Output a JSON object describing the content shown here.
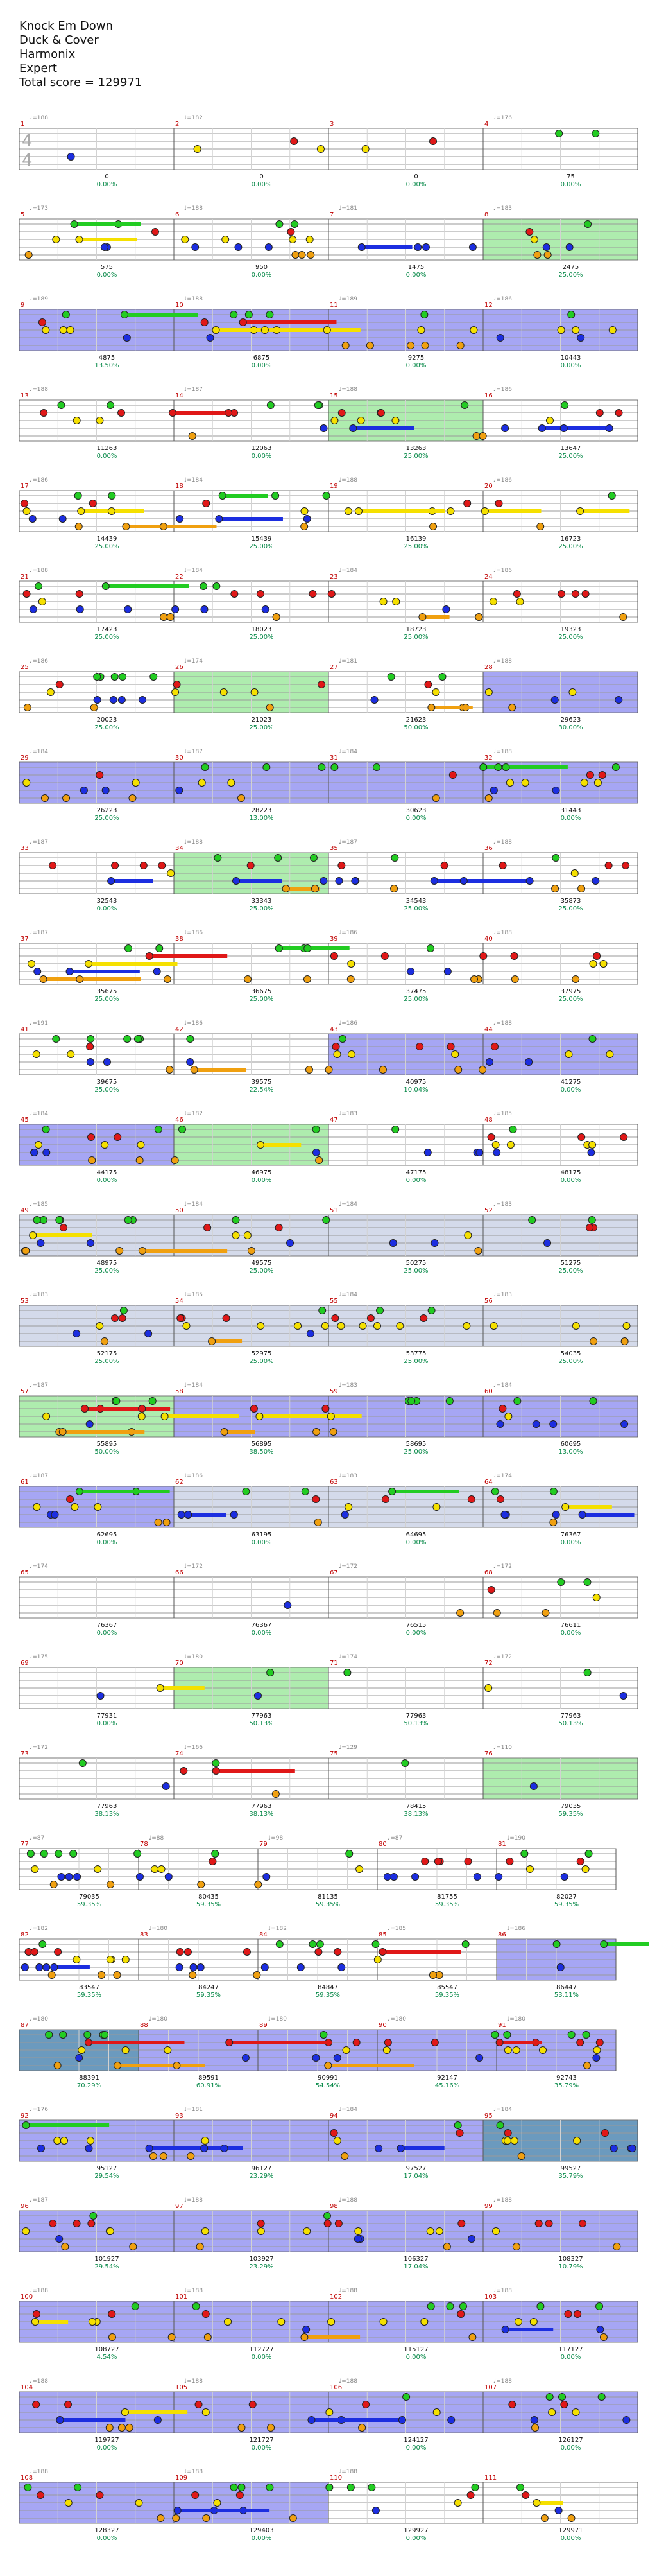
{
  "song": {
    "title": "Knock Em Down",
    "artist": "Duck & Cover",
    "charter": "Harmonix",
    "difficulty": "Expert",
    "total_label": "Total score = 129971"
  },
  "colors": {
    "green": "#22cc22",
    "red": "#e01818",
    "yellow": "#f5e000",
    "blue": "#1c2ee0",
    "orange": "#f0a010",
    "overdrive": "#4bd44b",
    "activation": "#3a3ae6",
    "solo": "#b0bcd8",
    "measure_num": "#c00000",
    "tempo": "#888888",
    "score": "#111111",
    "percent": "#0a8a4a"
  },
  "legend_mark": "4/4",
  "chart_data": {
    "type": "table",
    "measures": [
      {
        "n": "1",
        "score": "0",
        "pct": "0.00%",
        "tempo": "♩=188"
      },
      {
        "n": "2",
        "score": "0",
        "pct": "0.00%",
        "tempo": "♩=182"
      },
      {
        "n": "3",
        "score": "0",
        "pct": "0.00%",
        "tempo": ""
      },
      {
        "n": "4",
        "score": "75",
        "pct": "0.00%",
        "tempo": "♩=176"
      },
      {
        "n": "5",
        "score": "575",
        "pct": "0.00%",
        "tempo": "♩=173"
      },
      {
        "n": "6",
        "score": "950",
        "pct": "0.00%",
        "tempo": "♩=188"
      },
      {
        "n": "7",
        "score": "1475",
        "pct": "0.00%",
        "tempo": "♩=181"
      },
      {
        "n": "8",
        "score": "2475",
        "pct": "25.00%",
        "tempo": "♩=183"
      },
      {
        "n": "9",
        "score": "4875",
        "pct": "13.50%",
        "tempo": "♩=189"
      },
      {
        "n": "10",
        "score": "6875",
        "pct": "0.00%",
        "tempo": "♩=188"
      },
      {
        "n": "11",
        "score": "9275",
        "pct": "0.00%",
        "tempo": "♩=189"
      },
      {
        "n": "12",
        "score": "10443",
        "pct": "0.00%",
        "tempo": "♩=186"
      },
      {
        "n": "13",
        "score": "11263",
        "pct": "0.00%",
        "tempo": "♩=188"
      },
      {
        "n": "14",
        "score": "12063",
        "pct": "0.00%",
        "tempo": "♩=187"
      },
      {
        "n": "15",
        "score": "13263",
        "pct": "25.00%",
        "tempo": "♩=188"
      },
      {
        "n": "16",
        "score": "13647",
        "pct": "25.00%",
        "tempo": "♩=186"
      },
      {
        "n": "17",
        "score": "14439",
        "pct": "25.00%",
        "tempo": "♩=186"
      },
      {
        "n": "18",
        "score": "15439",
        "pct": "25.00%",
        "tempo": "♩=184"
      },
      {
        "n": "19",
        "score": "16139",
        "pct": "25.00%",
        "tempo": "♩=188"
      },
      {
        "n": "20",
        "score": "16723",
        "pct": "25.00%",
        "tempo": "♩=186"
      },
      {
        "n": "21",
        "score": "17423",
        "pct": "25.00%",
        "tempo": "♩=188"
      },
      {
        "n": "22",
        "score": "18023",
        "pct": "25.00%",
        "tempo": "♩=184"
      },
      {
        "n": "23",
        "score": "18723",
        "pct": "25.00%",
        "tempo": "♩=184"
      },
      {
        "n": "24",
        "score": "19323",
        "pct": "25.00%",
        "tempo": "♩=186"
      },
      {
        "n": "25",
        "score": "20023",
        "pct": "25.00%",
        "tempo": "♩=186"
      },
      {
        "n": "26",
        "score": "21023",
        "pct": "25.00%",
        "tempo": "♩=174"
      },
      {
        "n": "27",
        "score": "21623",
        "pct": "50.00%",
        "tempo": "♩=181"
      },
      {
        "n": "28",
        "score": "29623",
        "pct": "30.00%",
        "tempo": "♩=188"
      },
      {
        "n": "29",
        "score": "26223",
        "pct": "25.00%",
        "tempo": "♩=184"
      },
      {
        "n": "30",
        "score": "28223",
        "pct": "13.00%",
        "tempo": "♩=187"
      },
      {
        "n": "31",
        "score": "30623",
        "pct": "0.00%",
        "tempo": "♩=184"
      },
      {
        "n": "32",
        "score": "31443",
        "pct": "0.00%",
        "tempo": "♩=188"
      },
      {
        "n": "33",
        "score": "32543",
        "pct": "0.00%",
        "tempo": "♩=187"
      },
      {
        "n": "34",
        "score": "33343",
        "pct": "25.00%",
        "tempo": "♩=188"
      },
      {
        "n": "35",
        "score": "34543",
        "pct": "25.00%",
        "tempo": "♩=187"
      },
      {
        "n": "36",
        "score": "35873",
        "pct": "25.00%",
        "tempo": "♩=188"
      },
      {
        "n": "37",
        "score": "35675",
        "pct": "25.00%",
        "tempo": "♩=187"
      },
      {
        "n": "38",
        "score": "36675",
        "pct": "25.00%",
        "tempo": "♩=186"
      },
      {
        "n": "39",
        "score": "37475",
        "pct": "25.00%",
        "tempo": "♩=186"
      },
      {
        "n": "40",
        "score": "37975",
        "pct": "25.00%",
        "tempo": "♩=188"
      },
      {
        "n": "41",
        "score": "39675",
        "pct": "25.00%",
        "tempo": "♩=191"
      },
      {
        "n": "42",
        "score": "39575",
        "pct": "22.54%",
        "tempo": "♩=186"
      },
      {
        "n": "43",
        "score": "40975",
        "pct": "10.04%",
        "tempo": "♩=186"
      },
      {
        "n": "44",
        "score": "41275",
        "pct": "0.00%",
        "tempo": "♩=188"
      },
      {
        "n": "45",
        "score": "44175",
        "pct": "0.00%",
        "tempo": "♩=184"
      },
      {
        "n": "46",
        "score": "46975",
        "pct": "0.00%",
        "tempo": "♩=182"
      },
      {
        "n": "47",
        "score": "47175",
        "pct": "0.00%",
        "tempo": "♩=183"
      },
      {
        "n": "48",
        "score": "48175",
        "pct": "0.00%",
        "tempo": "♩=185"
      },
      {
        "n": "49",
        "score": "48975",
        "pct": "25.00%",
        "tempo": "♩=185"
      },
      {
        "n": "50",
        "score": "49575",
        "pct": "25.00%",
        "tempo": "♩=184"
      },
      {
        "n": "51",
        "score": "50275",
        "pct": "25.00%",
        "tempo": "♩=184"
      },
      {
        "n": "52",
        "score": "51275",
        "pct": "25.00%",
        "tempo": "♩=183"
      },
      {
        "n": "53",
        "score": "52175",
        "pct": "25.00%",
        "tempo": "♩=183"
      },
      {
        "n": "54",
        "score": "52975",
        "pct": "25.00%",
        "tempo": "♩=185"
      },
      {
        "n": "55",
        "score": "53775",
        "pct": "25.00%",
        "tempo": "♩=184"
      },
      {
        "n": "56",
        "score": "54035",
        "pct": "25.00%",
        "tempo": "♩=183"
      },
      {
        "n": "57",
        "score": "55895",
        "pct": "50.00%",
        "tempo": "♩=187"
      },
      {
        "n": "58",
        "score": "56895",
        "pct": "38.50%",
        "tempo": "♩=184"
      },
      {
        "n": "59",
        "score": "58695",
        "pct": "25.00%",
        "tempo": "♩=183"
      },
      {
        "n": "60",
        "score": "60695",
        "pct": "13.00%",
        "tempo": "♩=184"
      },
      {
        "n": "61",
        "score": "62695",
        "pct": "0.00%",
        "tempo": "♩=187"
      },
      {
        "n": "62",
        "score": "63195",
        "pct": "0.00%",
        "tempo": "♩=186"
      },
      {
        "n": "63",
        "score": "64695",
        "pct": "0.00%",
        "tempo": "♩=183"
      },
      {
        "n": "64",
        "score": "76367",
        "pct": "0.00%",
        "tempo": "♩=174"
      },
      {
        "n": "65",
        "score": "76367",
        "pct": "0.00%",
        "tempo": "♩=174"
      },
      {
        "n": "66",
        "score": "76367",
        "pct": "0.00%",
        "tempo": "♩=172"
      },
      {
        "n": "67",
        "score": "76515",
        "pct": "0.00%",
        "tempo": "♩=172"
      },
      {
        "n": "68",
        "score": "76611",
        "pct": "0.00%",
        "tempo": "♩=172"
      },
      {
        "n": "69",
        "score": "77931",
        "pct": "0.00%",
        "tempo": "♩=175"
      },
      {
        "n": "70",
        "score": "77963",
        "pct": "50.13%",
        "tempo": "♩=180"
      },
      {
        "n": "71",
        "score": "77963",
        "pct": "50.13%",
        "tempo": "♩=174"
      },
      {
        "n": "72",
        "score": "77963",
        "pct": "50.13%",
        "tempo": "♩=172"
      },
      {
        "n": "73",
        "score": "77963",
        "pct": "38.13%",
        "tempo": "♩=172"
      },
      {
        "n": "74",
        "score": "77963",
        "pct": "38.13%",
        "tempo": "♩=166"
      },
      {
        "n": "75",
        "score": "78415",
        "pct": "38.13%",
        "tempo": "♩=129"
      },
      {
        "n": "76",
        "score": "79035",
        "pct": "59.35%",
        "tempo": "♩=110"
      },
      {
        "n": "77",
        "score": "79035",
        "pct": "59.35%",
        "tempo": "♩=87"
      },
      {
        "n": "78",
        "score": "80435",
        "pct": "59.35%",
        "tempo": "♩=88"
      },
      {
        "n": "79",
        "score": "81135",
        "pct": "59.35%",
        "tempo": "♩=98"
      },
      {
        "n": "80",
        "score": "81755",
        "pct": "59.35%",
        "tempo": "♩=87"
      },
      {
        "n": "81",
        "score": "82027",
        "pct": "59.35%",
        "tempo": "♩=190"
      },
      {
        "n": "82",
        "score": "83547",
        "pct": "59.35%",
        "tempo": "♩=182"
      },
      {
        "n": "83",
        "score": "84247",
        "pct": "59.35%",
        "tempo": "♩=180"
      },
      {
        "n": "84",
        "score": "84847",
        "pct": "59.35%",
        "tempo": "♩=182"
      },
      {
        "n": "85",
        "score": "85547",
        "pct": "59.35%",
        "tempo": "♩=185"
      },
      {
        "n": "86",
        "score": "86447",
        "pct": "53.11%",
        "tempo": "♩=186"
      },
      {
        "n": "87",
        "score": "88391",
        "pct": "70.29%",
        "tempo": "♩=180"
      },
      {
        "n": "88",
        "score": "89591",
        "pct": "60.91%",
        "tempo": "♩=180"
      },
      {
        "n": "89",
        "score": "90991",
        "pct": "54.54%",
        "tempo": "♩=180"
      },
      {
        "n": "90",
        "score": "92147",
        "pct": "45.16%",
        "tempo": "♩=180"
      },
      {
        "n": "91",
        "score": "92743",
        "pct": "35.79%",
        "tempo": "♩=180"
      },
      {
        "n": "92",
        "score": "95127",
        "pct": "29.54%",
        "tempo": "♩=176"
      },
      {
        "n": "93",
        "score": "96127",
        "pct": "23.29%",
        "tempo": "♩=181"
      },
      {
        "n": "94",
        "score": "97527",
        "pct": "17.04%",
        "tempo": "♩=184"
      },
      {
        "n": "95",
        "score": "99527",
        "pct": "35.79%",
        "tempo": "♩=184"
      },
      {
        "n": "96",
        "score": "101927",
        "pct": "29.54%",
        "tempo": "♩=187"
      },
      {
        "n": "97",
        "score": "103927",
        "pct": "23.29%",
        "tempo": "♩=188"
      },
      {
        "n": "98",
        "score": "106327",
        "pct": "17.04%",
        "tempo": "♩=188"
      },
      {
        "n": "99",
        "score": "108327",
        "pct": "10.79%",
        "tempo": "♩=188"
      },
      {
        "n": "100",
        "score": "108727",
        "pct": "4.54%",
        "tempo": "♩=188"
      },
      {
        "n": "101",
        "score": "112727",
        "pct": "0.00%",
        "tempo": "♩=188"
      },
      {
        "n": "102",
        "score": "115127",
        "pct": "0.00%",
        "tempo": "♩=188"
      },
      {
        "n": "103",
        "score": "117127",
        "pct": "0.00%",
        "tempo": "♩=188"
      },
      {
        "n": "104",
        "score": "119727",
        "pct": "0.00%",
        "tempo": "♩=188"
      },
      {
        "n": "105",
        "score": "121727",
        "pct": "0.00%",
        "tempo": "♩=188"
      },
      {
        "n": "106",
        "score": "124127",
        "pct": "0.00%",
        "tempo": "♩=188"
      },
      {
        "n": "107",
        "score": "126127",
        "pct": "0.00%",
        "tempo": "♩=188"
      },
      {
        "n": "108",
        "score": "128327",
        "pct": "0.00%",
        "tempo": "♩=188"
      },
      {
        "n": "109",
        "score": "129403",
        "pct": "0.00%",
        "tempo": "♩=188"
      },
      {
        "n": "110",
        "score": "129927",
        "pct": "0.00%",
        "tempo": "♩=188"
      },
      {
        "n": "111",
        "score": "129971",
        "pct": "0.00%",
        "tempo": ""
      }
    ],
    "rows": [
      {
        "m": [
          "1",
          "2",
          "3",
          "4"
        ],
        "fill": [
          0,
          0,
          0,
          0
        ],
        "notes": "s"
      },
      {
        "m": [
          "5",
          "6",
          "7",
          "8"
        ],
        "fill": [
          0,
          0,
          0,
          2
        ],
        "notes": "d"
      },
      {
        "m": [
          "9",
          "10",
          "11",
          "12"
        ],
        "fill": [
          1,
          1,
          1,
          1
        ],
        "notes": "d"
      },
      {
        "m": [
          "13",
          "14",
          "15",
          "16"
        ],
        "fill": [
          0,
          0,
          2,
          0
        ],
        "notes": "d"
      },
      {
        "m": [
          "17",
          "18",
          "19",
          "20"
        ],
        "fill": [
          0,
          0,
          0,
          0
        ],
        "notes": "d"
      },
      {
        "m": [
          "21",
          "22",
          "23",
          "24"
        ],
        "fill": [
          0,
          0,
          0,
          0
        ],
        "notes": "d"
      },
      {
        "m": [
          "25",
          "26",
          "27",
          "28"
        ],
        "fill": [
          0,
          2,
          0,
          1
        ],
        "notes": "d"
      },
      {
        "m": [
          "29",
          "30",
          "31",
          "32"
        ],
        "fill": [
          1,
          1,
          1,
          1
        ],
        "notes": "d"
      },
      {
        "m": [
          "33",
          "34",
          "35",
          "36"
        ],
        "fill": [
          0,
          2,
          0,
          0
        ],
        "notes": "d"
      },
      {
        "m": [
          "37",
          "38",
          "39",
          "40"
        ],
        "fill": [
          0,
          0,
          0,
          0
        ],
        "notes": "d"
      },
      {
        "m": [
          "41",
          "42",
          "43",
          "44"
        ],
        "fill": [
          0,
          0,
          1,
          1
        ],
        "notes": "d"
      },
      {
        "m": [
          "45",
          "46",
          "47",
          "48"
        ],
        "fill": [
          1,
          2,
          0,
          0
        ],
        "notes": "d"
      },
      {
        "m": [
          "49",
          "50",
          "51",
          "52"
        ],
        "fill": [
          3,
          3,
          3,
          3
        ],
        "notes": "d"
      },
      {
        "m": [
          "53",
          "54",
          "55",
          "56"
        ],
        "fill": [
          3,
          3,
          3,
          3
        ],
        "notes": "d"
      },
      {
        "m": [
          "57",
          "58",
          "59",
          "60"
        ],
        "fill": [
          2,
          1,
          1,
          1
        ],
        "notes": "d"
      },
      {
        "m": [
          "61",
          "62",
          "63",
          "64"
        ],
        "fill": [
          1,
          3,
          3,
          3
        ],
        "notes": "d"
      },
      {
        "m": [
          "65",
          "66",
          "67",
          "68"
        ],
        "fill": [
          0,
          0,
          0,
          0
        ],
        "notes": "s"
      },
      {
        "m": [
          "69",
          "70",
          "71",
          "72"
        ],
        "fill": [
          0,
          2,
          0,
          0
        ],
        "notes": "s"
      },
      {
        "m": [
          "73",
          "74",
          "75",
          "76"
        ],
        "fill": [
          0,
          0,
          0,
          2
        ],
        "notes": "s"
      },
      {
        "m": [
          "77",
          "78",
          "79",
          "80",
          "81"
        ],
        "fill": [
          0,
          0,
          0,
          0,
          0
        ],
        "notes": "d"
      },
      {
        "m": [
          "82",
          "83",
          "84",
          "85",
          "86"
        ],
        "fill": [
          0,
          0,
          0,
          0,
          1
        ],
        "notes": "d"
      },
      {
        "m": [
          "87",
          "88",
          "89",
          "90",
          "91"
        ],
        "fill": [
          4,
          1,
          1,
          1,
          1
        ],
        "notes": "d"
      },
      {
        "m": [
          "92",
          "93",
          "94",
          "95"
        ],
        "fill": [
          1,
          1,
          1,
          4
        ],
        "notes": "d"
      },
      {
        "m": [
          "96",
          "97",
          "98",
          "99"
        ],
        "fill": [
          1,
          1,
          1,
          1
        ],
        "notes": "d"
      },
      {
        "m": [
          "100",
          "101",
          "102",
          "103"
        ],
        "fill": [
          1,
          1,
          1,
          1
        ],
        "notes": "d"
      },
      {
        "m": [
          "104",
          "105",
          "106",
          "107"
        ],
        "fill": [
          1,
          1,
          1,
          1
        ],
        "notes": "d"
      },
      {
        "m": [
          "108",
          "109",
          "110",
          "111"
        ],
        "fill": [
          1,
          1,
          0,
          0
        ],
        "notes": "d"
      }
    ]
  }
}
